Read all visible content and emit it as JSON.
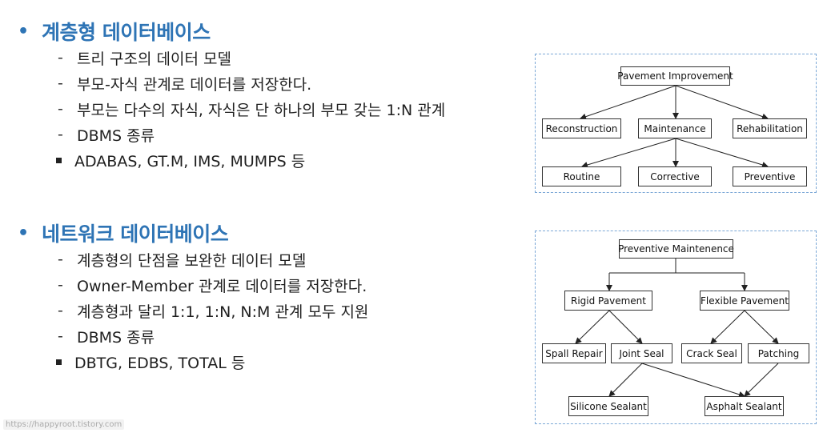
{
  "hierarchical": {
    "title": "계층형 데이터베이스",
    "items": [
      "트리 구조의 데이터 모델",
      "부모-자식 관계로 데이터를 저장한다.",
      "부모는 다수의 자식, 자식은 단 하나의 부모 갖는 1:N 관계",
      "DBMS 종류"
    ],
    "sub_item": "ADABAS, GT.M, IMS, MUMPS 등"
  },
  "network": {
    "title": "네트워크 데이터베이스",
    "items": [
      "계층형의 단점을 보완한 데이터 모델",
      "Owner-Member 관계로 데이터를 저장한다.",
      "계층형과 달리 1:1, 1:N, N:M 관계 모두 지원",
      "DBMS 종류"
    ],
    "sub_item": "DBTG, EDBS, TOTAL 등"
  },
  "diagram1": {
    "nodes": {
      "root": "Pavement Improvement",
      "reconstruction": "Reconstruction",
      "maintenance": "Maintenance",
      "rehabilitation": "Rehabilitation",
      "routine": "Routine",
      "corrective": "Corrective",
      "preventive": "Preventive"
    }
  },
  "diagram2": {
    "nodes": {
      "root": "Preventive Maintenence",
      "rigid": "Rigid Pavement",
      "flexible": "Flexible Pavement",
      "spall": "Spall Repair",
      "joint": "Joint Seal",
      "crack": "Crack Seal",
      "patching": "Patching",
      "silicone": "Silicone Sealant",
      "asphalt": "Asphalt Sealant"
    }
  },
  "watermark": "https://happyroot.tistory.com",
  "colors": {
    "accent": "#2e74b5",
    "diagram_border": "#7aa7d6"
  }
}
